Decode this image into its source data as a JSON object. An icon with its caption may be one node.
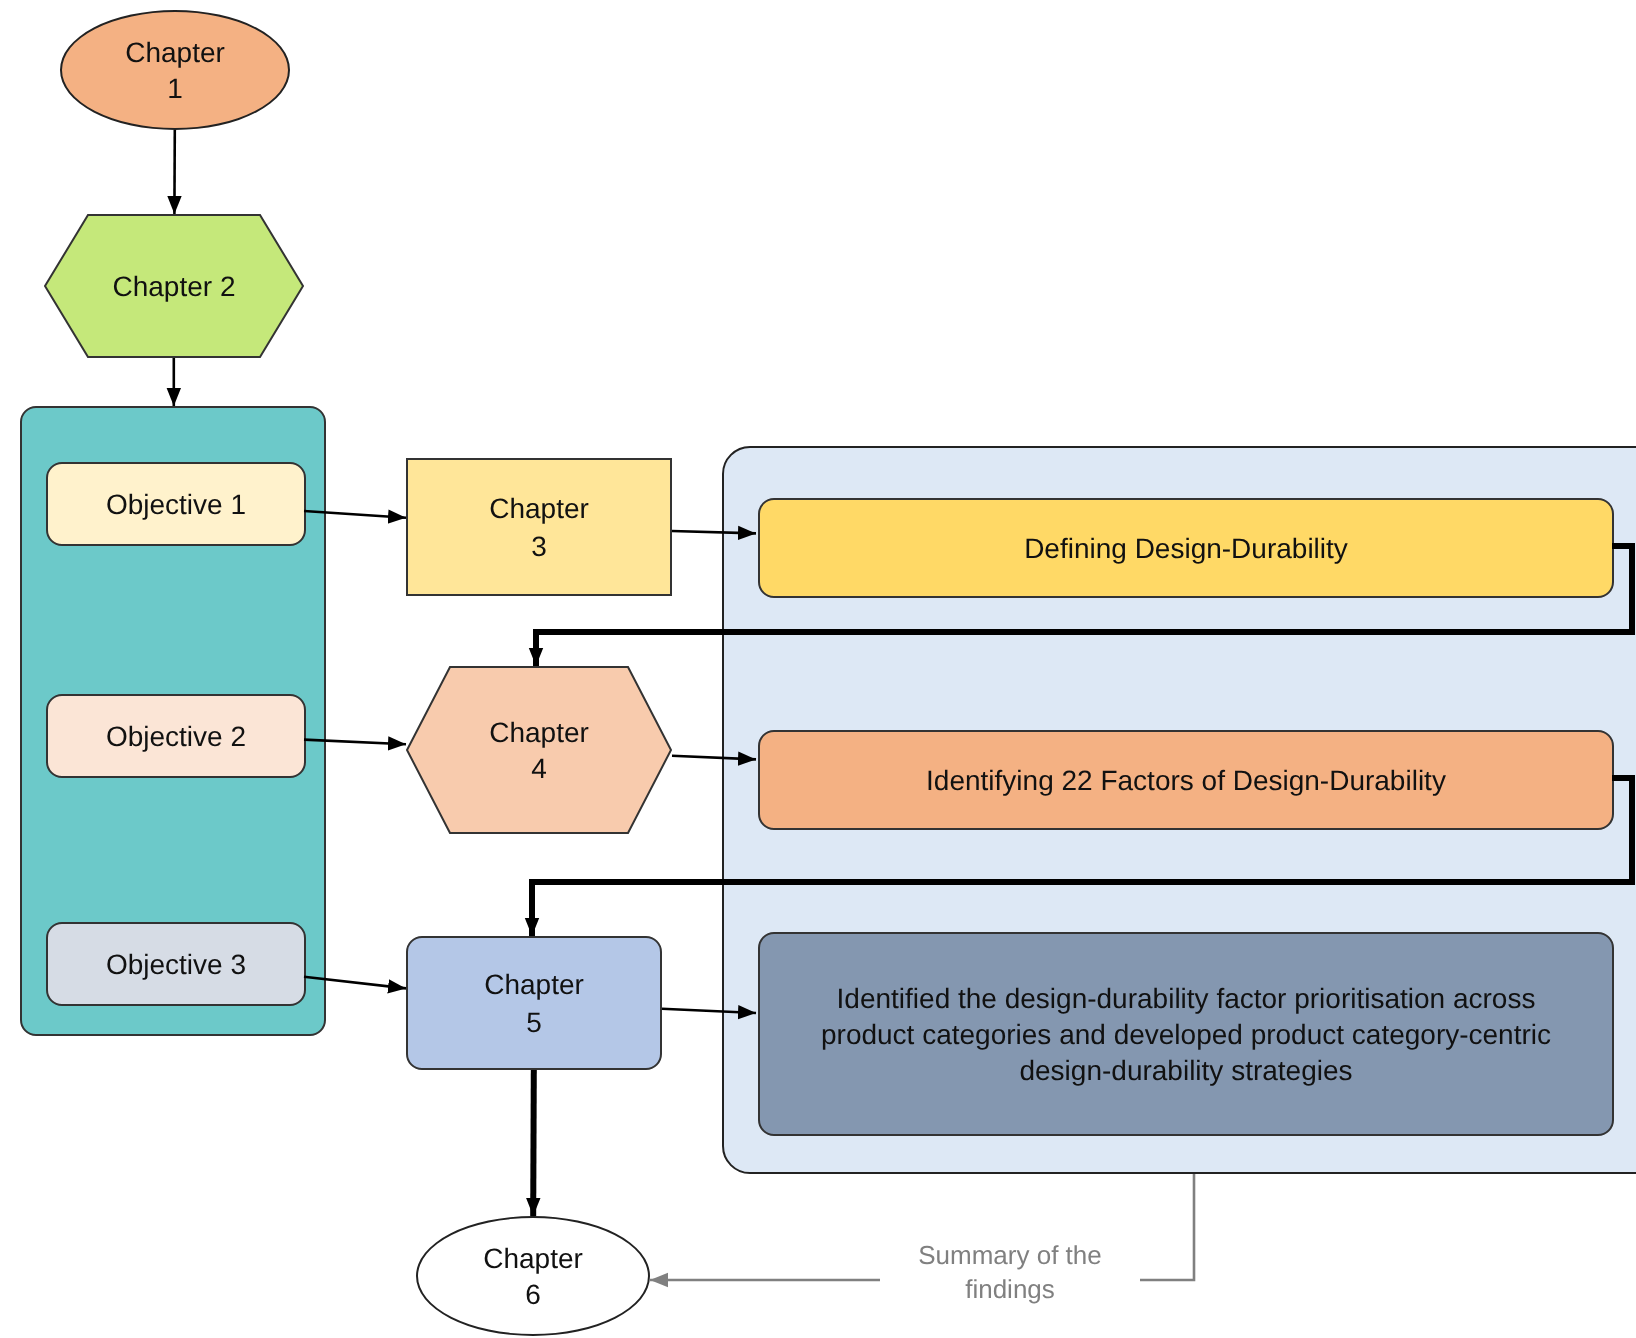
{
  "diagram": {
    "nodes": [
      {
        "text": [
          "Chapter 1"
        ]
      },
      {
        "text": [
          "Chapter 2"
        ]
      },
      {
        "text": [],
        "shape": "box"
      },
      {
        "text": [
          "Objective 1"
        ],
        "in": 2
      },
      {
        "text": [
          "Objective 2"
        ],
        "in": 2
      },
      {
        "text": [
          "Objective 3"
        ],
        "in": 2
      },
      {
        "text": [
          "Chapter 3"
        ]
      },
      {
        "text": [
          "Chapter 4"
        ]
      },
      {
        "text": [
          "Chapter 5"
        ]
      },
      {
        "text": [
          "Chapter 6"
        ]
      },
      {
        "text": [],
        "shape": "box"
      },
      {
        "text": [
          "Defining Design-Durability"
        ],
        "in": 10
      },
      {
        "text": [
          "Identifying 22 Factors of Design-Durability"
        ],
        "in": 10
      },
      {
        "text": [
          "Identified the design-durability factor prioritisation across product categories and developed product category-centric design-durability strategies"
        ],
        "in": 10
      }
    ],
    "edges": [
      {
        "from": 0,
        "to": 1,
        "arrow": "to"
      },
      {
        "from": 1,
        "to": 2,
        "arrow": "to"
      },
      {
        "from": 3,
        "to": 6,
        "arrow": "to"
      },
      {
        "from": 6,
        "to": 11,
        "arrow": "to"
      },
      {
        "from": 11,
        "to": 7,
        "arrow": "to",
        "style": "thick"
      },
      {
        "from": 4,
        "to": 7,
        "arrow": "to"
      },
      {
        "from": 7,
        "to": 12,
        "arrow": "to"
      },
      {
        "from": 12,
        "to": 8,
        "arrow": "to",
        "style": "thick"
      },
      {
        "from": 5,
        "to": 8,
        "arrow": "to"
      },
      {
        "from": 8,
        "to": 13,
        "arrow": "to"
      },
      {
        "from": 8,
        "to": 9,
        "arrow": "to",
        "style": "thick"
      },
      {
        "from": 10,
        "to": 9,
        "arrow": "to",
        "label": "Summary of the findings",
        "color": "#808080"
      }
    ]
  }
}
